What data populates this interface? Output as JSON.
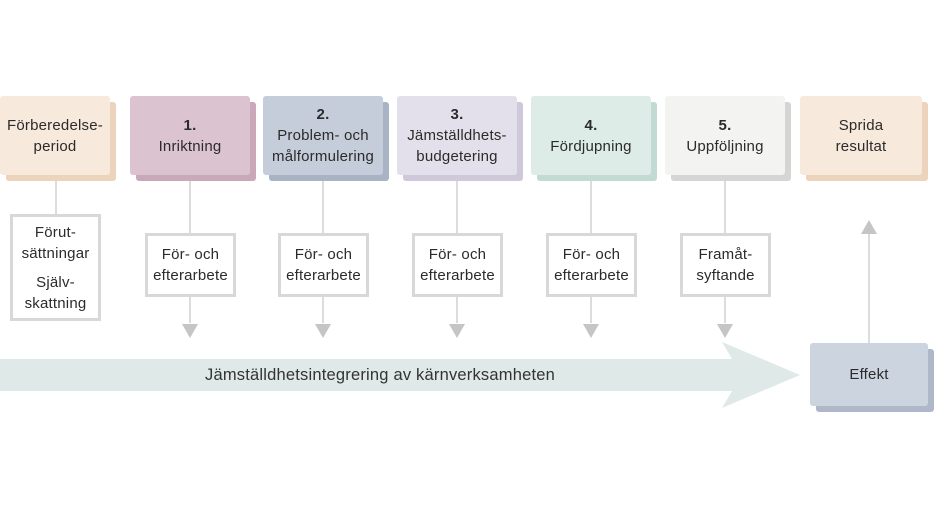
{
  "stages": [
    {
      "number": "",
      "lines": [
        "Förberedelse-",
        "period"
      ],
      "fill": "#f7e9db",
      "shadow": "#ecd3bc"
    },
    {
      "number": "1.",
      "lines": [
        "Inriktning"
      ],
      "fill": "#dcc3d0",
      "shadow": "#c9a8ba"
    },
    {
      "number": "2.",
      "lines": [
        "Problem- och",
        "målformulering"
      ],
      "fill": "#c4cdd9",
      "shadow": "#a8b4c4"
    },
    {
      "number": "3.",
      "lines": [
        "Jämställdhets-",
        "budgetering"
      ],
      "fill": "#e4e0eb",
      "shadow": "#cfc8da"
    },
    {
      "number": "4.",
      "lines": [
        "Fördjupning"
      ],
      "fill": "#ddece7",
      "shadow": "#c3d9d3"
    },
    {
      "number": "5.",
      "lines": [
        "Uppföljning"
      ],
      "fill": "#f3f3f2",
      "shadow": "#d5d5d3"
    },
    {
      "number": "",
      "lines": [
        "Sprida",
        "resultat"
      ],
      "fill": "#f7e9db",
      "shadow": "#ecd3bc"
    }
  ],
  "sub_boxes": [
    {
      "group1": [
        "Förut-",
        "sättningar"
      ],
      "group2": [
        "Själv-",
        "skattning"
      ]
    },
    {
      "group1": [
        "För- och",
        "efterarbete"
      ]
    },
    {
      "group1": [
        "För- och",
        "efterarbete"
      ]
    },
    {
      "group1": [
        "För- och",
        "efterarbete"
      ]
    },
    {
      "group1": [
        "För- och",
        "efterarbete"
      ]
    },
    {
      "group1": [
        "Framåt-",
        "syftande"
      ]
    }
  ],
  "band": {
    "label": "Jämställdhetsintegrering av kärnverksamheten",
    "fill": "#dfe9e8"
  },
  "effekt": {
    "label": "Effekt",
    "fill": "#ccd4e0",
    "shadow": "#aeb8c8"
  },
  "connectors": {
    "line_color": "#dcdcdc",
    "arrowhead_color": "#c5c5c5"
  }
}
